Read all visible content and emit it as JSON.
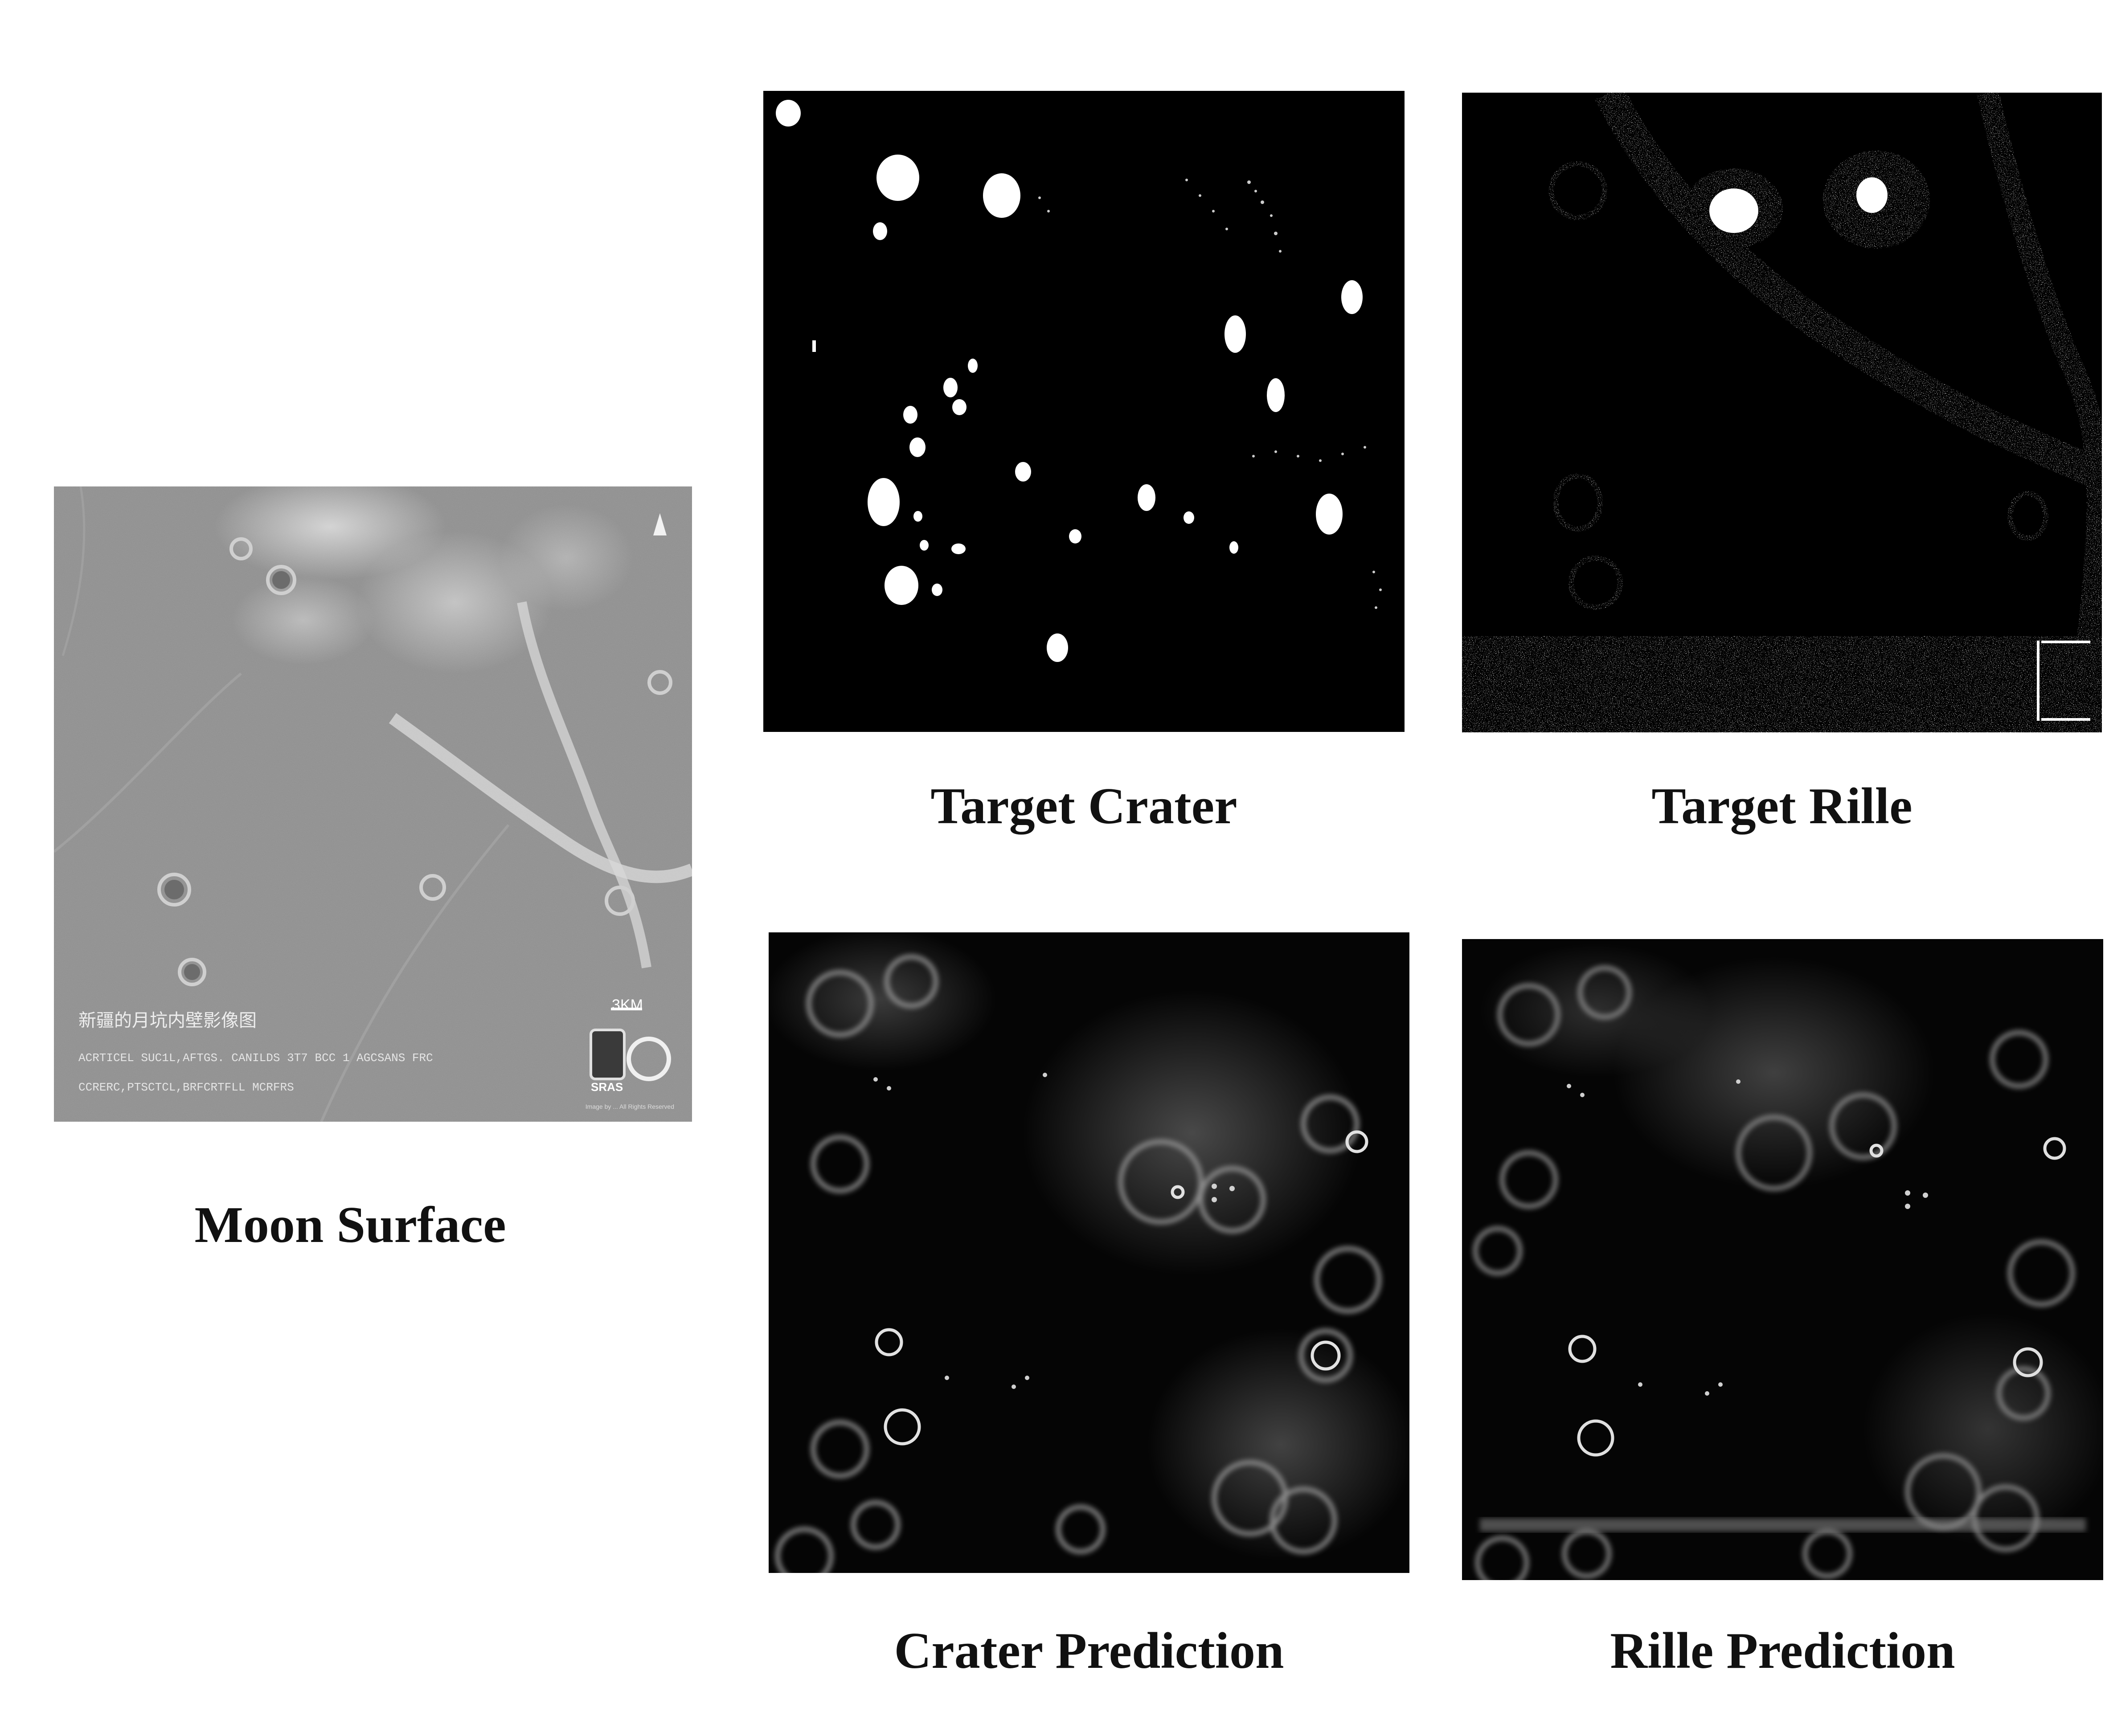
{
  "figure": {
    "panels": [
      {
        "id": "moon",
        "caption": "Moon Surface"
      },
      {
        "id": "target_crater",
        "caption": "Target Crater"
      },
      {
        "id": "target_rille",
        "caption": "Target Rille"
      },
      {
        "id": "crater_prediction",
        "caption": "Crater Prediction"
      },
      {
        "id": "rille_prediction",
        "caption": "Rille Prediction"
      }
    ],
    "moon_overlay": {
      "title_line": "新疆的月坑内壁影像图",
      "info_line_1": "ACRTICEL SUC1L,AFTGS. CANILDS 3T7 BCC 1 AGCSANS FRC",
      "info_line_2": "CCRERC,PTSCTCL,BRFCRTFLL MCRFRS",
      "scale_label": "3KM",
      "logo_text": "SRAS",
      "credit": "Image by ... All Rights Reserved"
    },
    "colors": {
      "background": "#ffffff",
      "caption_text": "#111111",
      "mask_background": "#000000",
      "mask_foreground": "#ffffff",
      "moon_gray": "#8a8a8a"
    }
  }
}
